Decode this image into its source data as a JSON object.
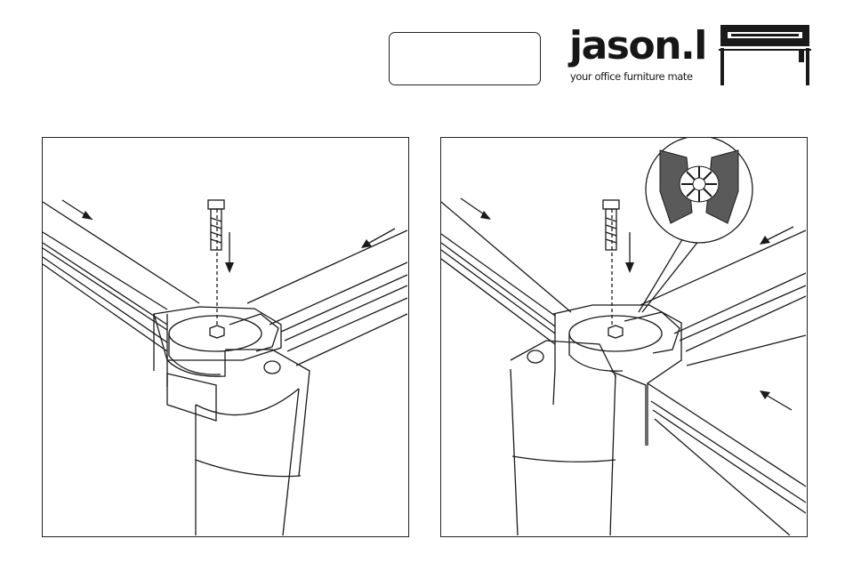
{
  "header": {
    "label_box_text": "",
    "brand": {
      "name": "jason.l",
      "tagline": "your office furniture mate",
      "logo_icon": "desk-icon"
    }
  },
  "steps": [
    {
      "id": "left",
      "illustration": "bolt-through-corner-bracket"
    },
    {
      "id": "right",
      "illustration": "bracket-with-leveling-glide-detail"
    }
  ],
  "colors": {
    "line": "#1a1a1a",
    "shade": "#444444",
    "background": "#ffffff"
  }
}
